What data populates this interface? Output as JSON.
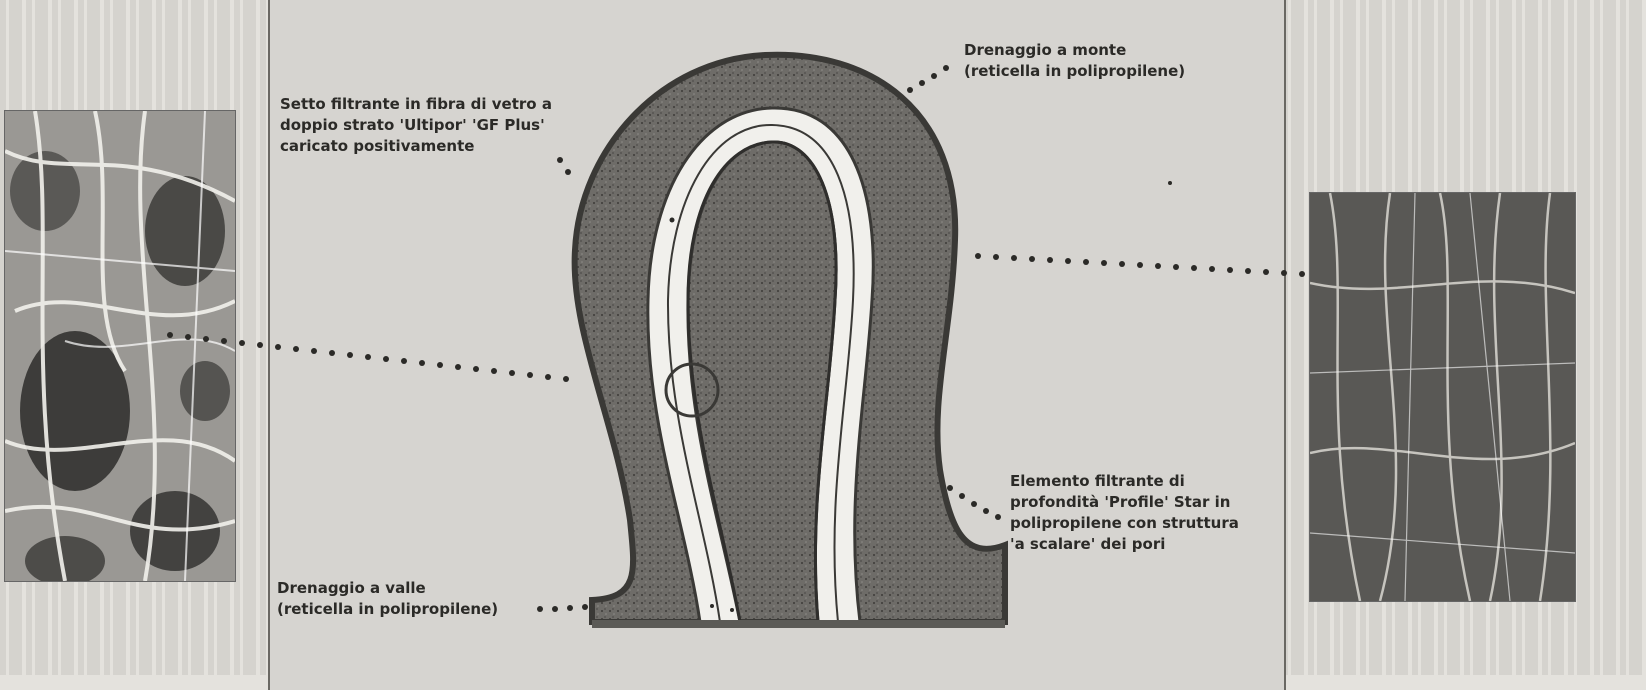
{
  "labels": {
    "setto": "Setto filtrante in fibra di vetro a\ndoppio strato 'Ultipor' 'GF Plus'\ncaricato positivamente",
    "monte": "Drenaggio a monte\n(reticella in polipropilene)",
    "elemento": "Elemento filtrante di\nprofondità 'Profile' Star in\npolipropilene con struttura\n'a scalare' dei pori",
    "valle": "Drenaggio a valle\n(reticella in polipropilene)"
  },
  "colors": {
    "paper": "#e4e2dd",
    "panel": "#d6d4d0",
    "depth_element": "#6e6c68",
    "filter_layer": "#f1f0ec",
    "ink": "#2b2a27"
  },
  "icons": {
    "left_photo": "glass-fiber-micrograph",
    "right_photo": "polypropylene-fiber-micrograph",
    "magnifier": "detail-circle-icon"
  }
}
